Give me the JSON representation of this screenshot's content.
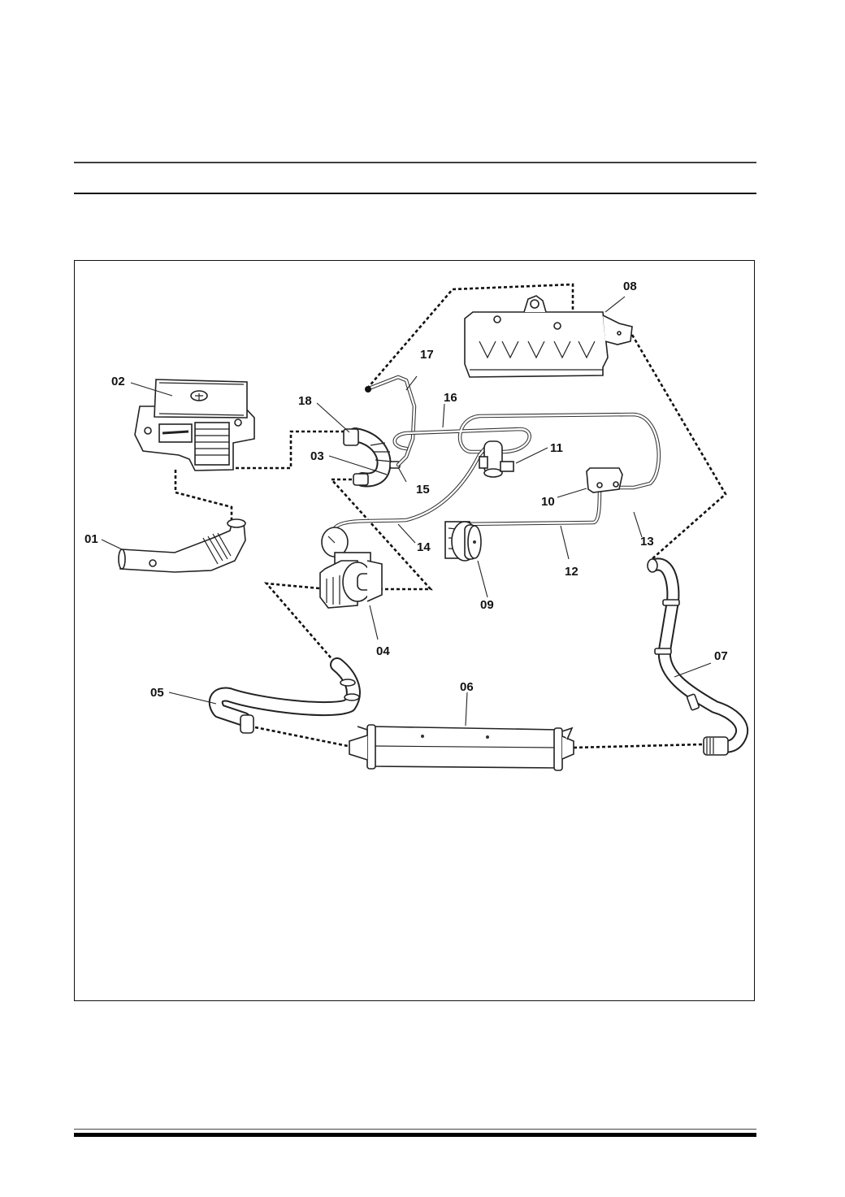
{
  "document": {
    "figure_type": "exploded parts diagram",
    "callouts": [
      {
        "id": "01",
        "label": "01"
      },
      {
        "id": "02",
        "label": "02"
      },
      {
        "id": "03",
        "label": "03"
      },
      {
        "id": "04",
        "label": "04"
      },
      {
        "id": "05",
        "label": "05"
      },
      {
        "id": "06",
        "label": "06"
      },
      {
        "id": "07",
        "label": "07"
      },
      {
        "id": "08",
        "label": "08"
      },
      {
        "id": "09",
        "label": "09"
      },
      {
        "id": "10",
        "label": "10"
      },
      {
        "id": "11",
        "label": "11"
      },
      {
        "id": "12",
        "label": "12"
      },
      {
        "id": "13",
        "label": "13"
      },
      {
        "id": "14",
        "label": "14"
      },
      {
        "id": "15",
        "label": "15"
      },
      {
        "id": "16",
        "label": "16"
      },
      {
        "id": "17",
        "label": "17"
      },
      {
        "id": "18",
        "label": "18"
      }
    ]
  }
}
